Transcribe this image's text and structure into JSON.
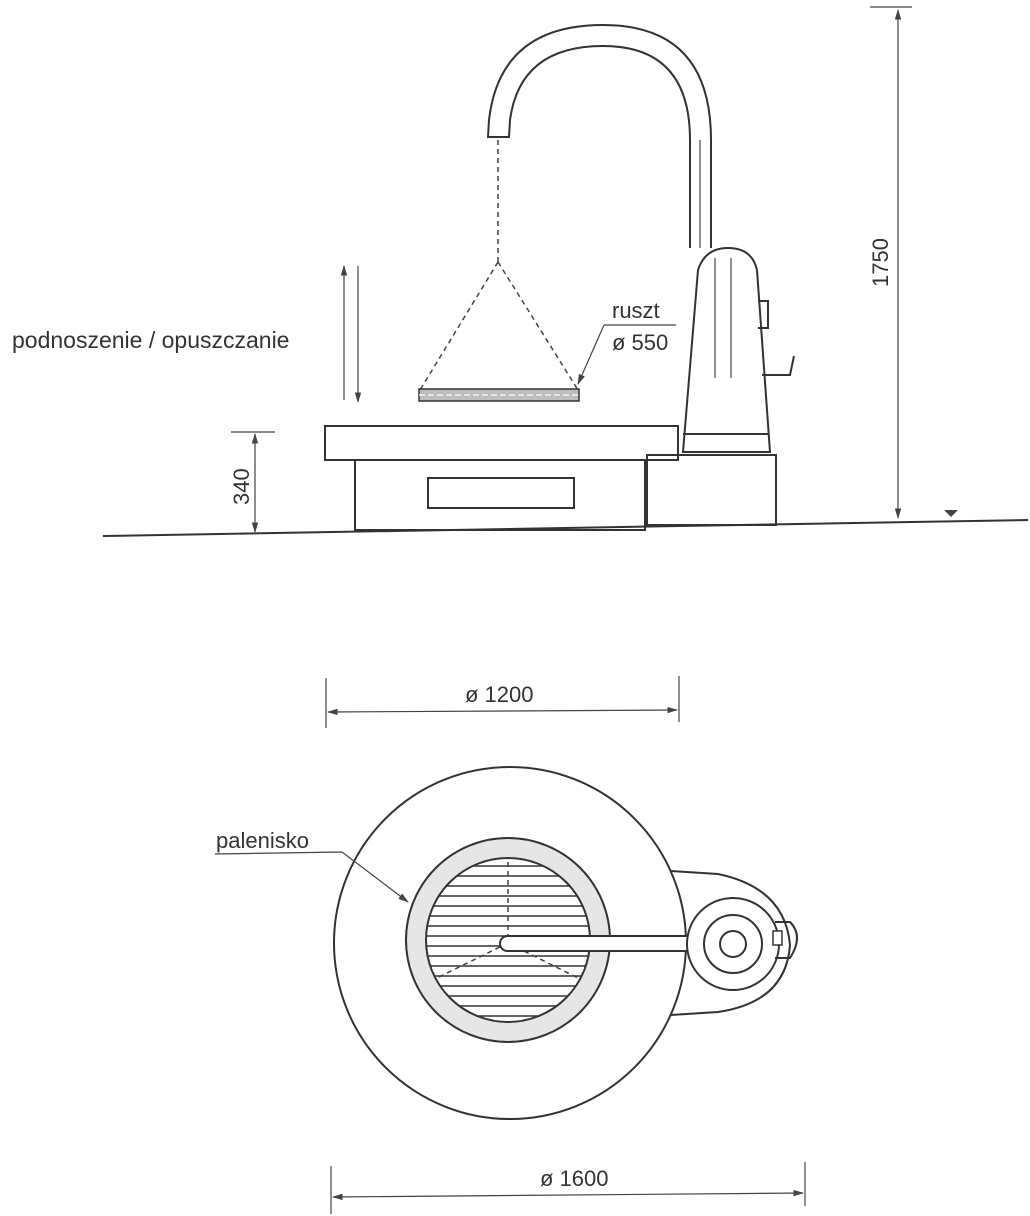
{
  "labels": {
    "lift": "podnoszenie / opuszczanie",
    "grate": "ruszt",
    "grate_dia": "ø 550",
    "firepit": "palenisko"
  },
  "dimensions": {
    "height_total": "1750",
    "height_table": "340",
    "dia_inner": "ø 1200",
    "dia_outer": "ø 1600"
  }
}
